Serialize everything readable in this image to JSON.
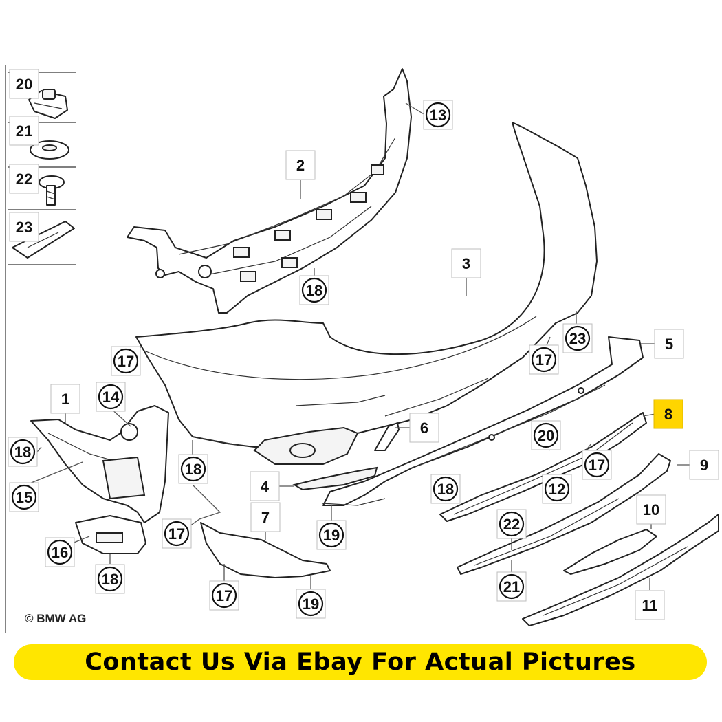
{
  "copyright": "© BMW AG",
  "banner": {
    "text": "Contact Us Via Ebay For Actual Pictures",
    "color": "#ffe600"
  },
  "highlight_color": "#ffd500",
  "callouts": [
    {
      "id": "c20a",
      "text": "20",
      "shape": "box"
    },
    {
      "id": "c21a",
      "text": "21",
      "shape": "box"
    },
    {
      "id": "c22a",
      "text": "22",
      "shape": "box"
    },
    {
      "id": "c23a",
      "text": "23",
      "shape": "box"
    },
    {
      "id": "c13",
      "text": "13",
      "shape": "circle"
    },
    {
      "id": "c2",
      "text": "2",
      "shape": "box"
    },
    {
      "id": "c3",
      "text": "3",
      "shape": "box"
    },
    {
      "id": "c18a",
      "text": "18",
      "shape": "circle"
    },
    {
      "id": "c23b",
      "text": "23",
      "shape": "circle"
    },
    {
      "id": "c5",
      "text": "5",
      "shape": "box"
    },
    {
      "id": "c17a",
      "text": "17",
      "shape": "circle"
    },
    {
      "id": "c17b",
      "text": "17",
      "shape": "circle"
    },
    {
      "id": "c8",
      "text": "8",
      "shape": "box",
      "highlight": true
    },
    {
      "id": "c1",
      "text": "1",
      "shape": "box"
    },
    {
      "id": "c14",
      "text": "14",
      "shape": "circle"
    },
    {
      "id": "c6",
      "text": "6",
      "shape": "box"
    },
    {
      "id": "c20b",
      "text": "20",
      "shape": "circle"
    },
    {
      "id": "c18b",
      "text": "18",
      "shape": "circle"
    },
    {
      "id": "c15",
      "text": "15",
      "shape": "circle"
    },
    {
      "id": "c18c",
      "text": "18",
      "shape": "circle"
    },
    {
      "id": "c17c",
      "text": "17",
      "shape": "circle"
    },
    {
      "id": "c9",
      "text": "9",
      "shape": "box"
    },
    {
      "id": "c4",
      "text": "4",
      "shape": "box"
    },
    {
      "id": "c18d",
      "text": "18",
      "shape": "circle"
    },
    {
      "id": "c12",
      "text": "12",
      "shape": "circle"
    },
    {
      "id": "c7",
      "text": "7",
      "shape": "box"
    },
    {
      "id": "c10",
      "text": "10",
      "shape": "box"
    },
    {
      "id": "c17d",
      "text": "17",
      "shape": "circle"
    },
    {
      "id": "c19a",
      "text": "19",
      "shape": "circle"
    },
    {
      "id": "c22b",
      "text": "22",
      "shape": "circle"
    },
    {
      "id": "c16",
      "text": "16",
      "shape": "circle"
    },
    {
      "id": "c18e",
      "text": "18",
      "shape": "circle"
    },
    {
      "id": "c21b",
      "text": "21",
      "shape": "circle"
    },
    {
      "id": "c17e",
      "text": "17",
      "shape": "circle"
    },
    {
      "id": "c19b",
      "text": "19",
      "shape": "circle"
    },
    {
      "id": "c11",
      "text": "11",
      "shape": "box"
    }
  ]
}
